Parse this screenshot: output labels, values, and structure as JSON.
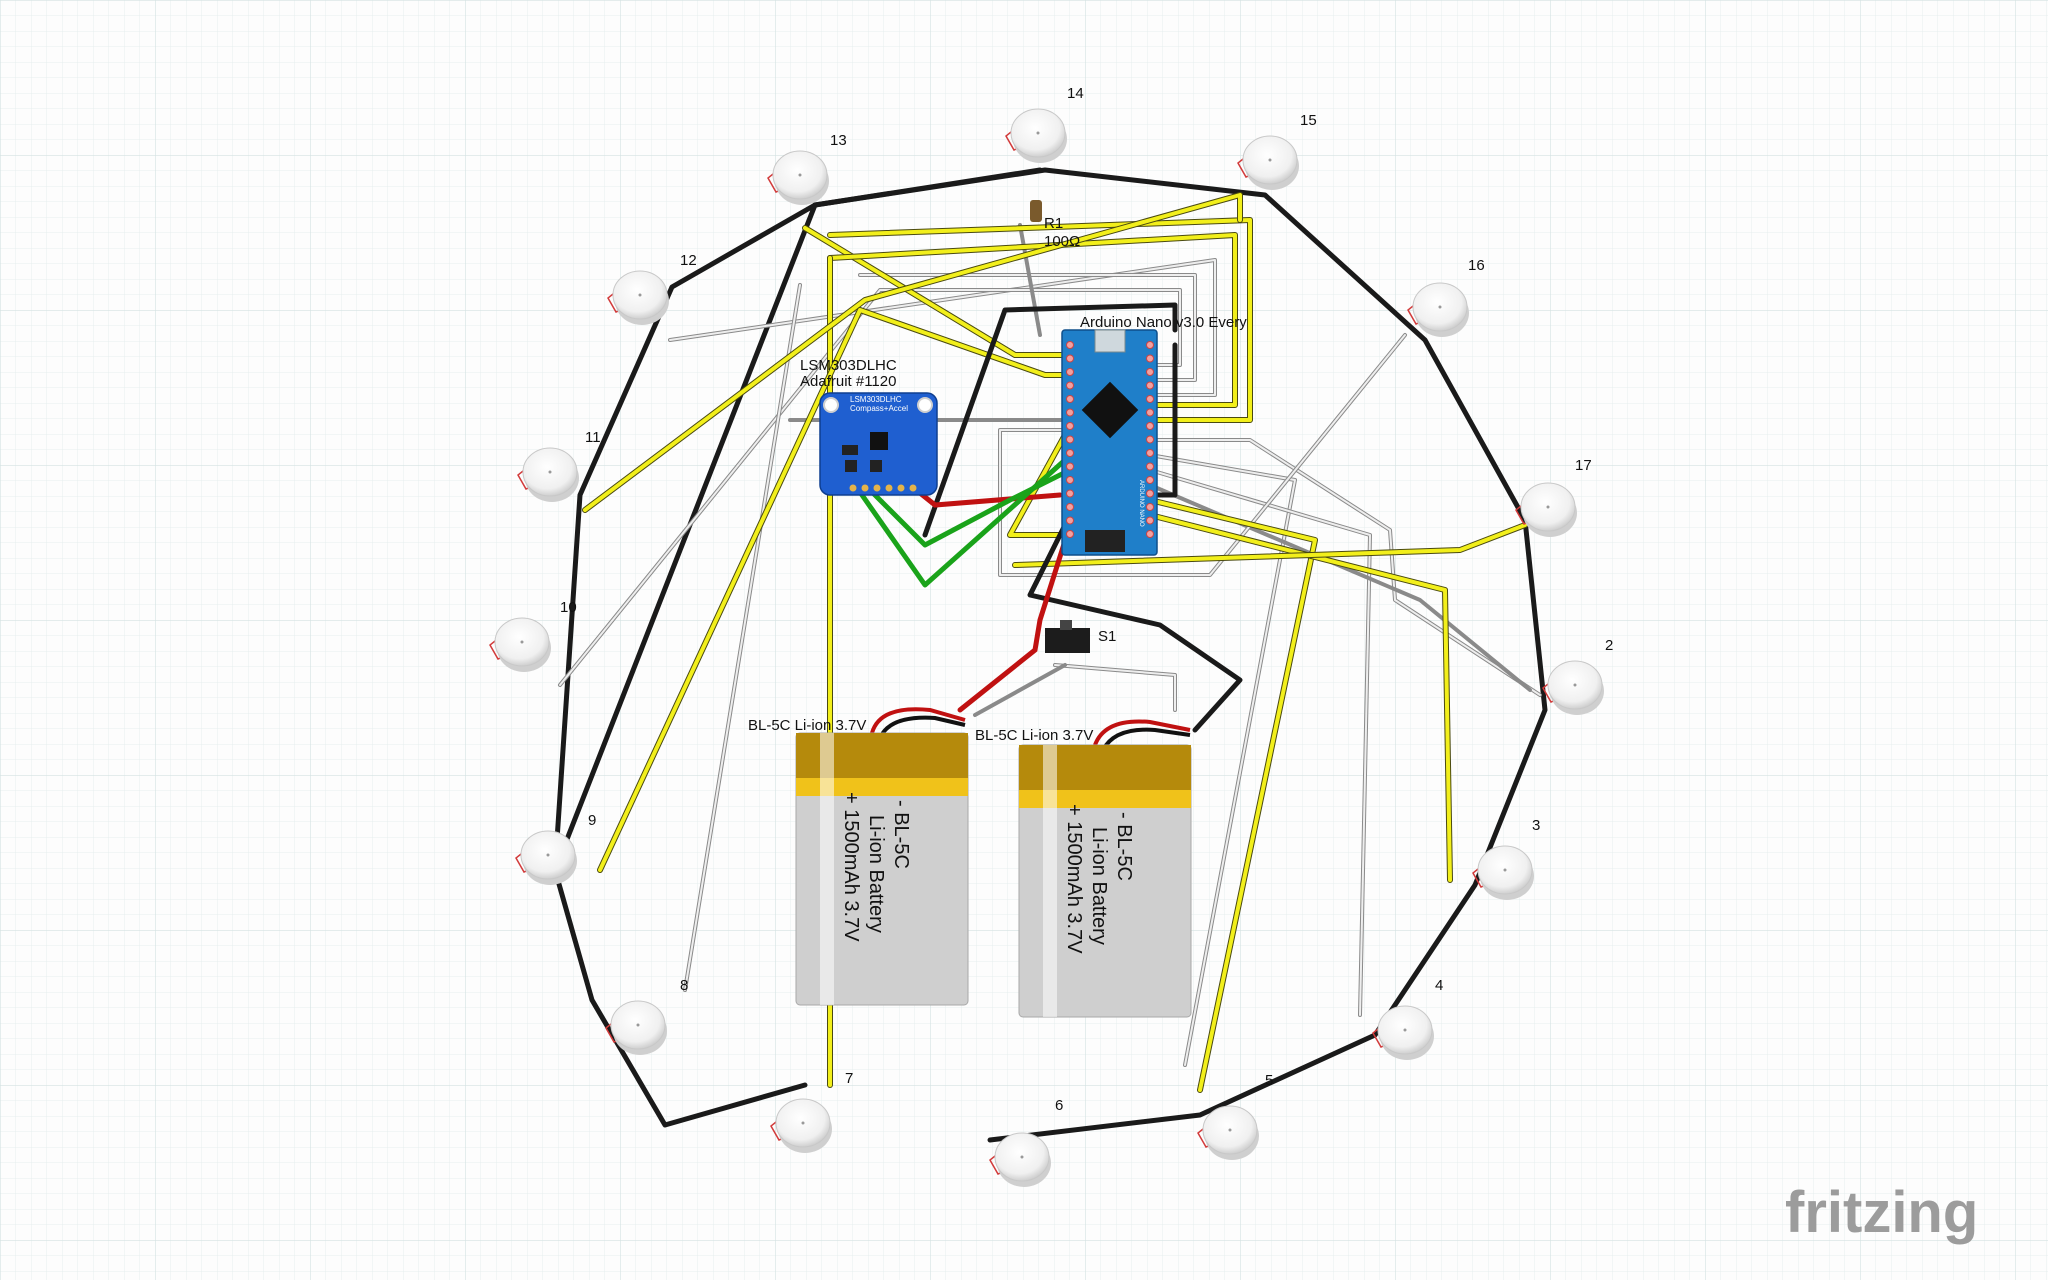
{
  "app": {
    "watermark": "fritzing"
  },
  "motors": [
    {
      "label": "2"
    },
    {
      "label": "3"
    },
    {
      "label": "4"
    },
    {
      "label": "5"
    },
    {
      "label": "6"
    },
    {
      "label": "7"
    },
    {
      "label": "8"
    },
    {
      "label": "9"
    },
    {
      "label": "10"
    },
    {
      "label": "11"
    },
    {
      "label": "12"
    },
    {
      "label": "13"
    },
    {
      "label": "14"
    },
    {
      "label": "15"
    },
    {
      "label": "16"
    },
    {
      "label": "17"
    }
  ],
  "resistor": {
    "name": "R1",
    "value": "100Ω"
  },
  "switch": {
    "name": "S1"
  },
  "arduino": {
    "title": "Arduino Nano v3.0 Every",
    "board_text": "ARDUINO NANO"
  },
  "sensor": {
    "title_line1": "LSM303DLHC",
    "title_line2": "Adafruit #1120",
    "board_line1": "LSM303DLHC",
    "board_line2": "Compass+Accel"
  },
  "batteries": [
    {
      "caption": "BL-5C Li-ion 3.7V",
      "line1": "-  BL-5C",
      "line2": "Li-ion Battery",
      "line3": "+ 1500mAh 3.7V"
    },
    {
      "caption": "BL-5C Li-ion 3.7V",
      "line1": "-  BL-5C",
      "line2": "Li-ion Battery",
      "line3": "+ 1500mAh 3.7V"
    }
  ],
  "colors": {
    "grid": "#dfeaea",
    "wire_black": "#1a1a1a",
    "wire_yellow": "#f2ef1b",
    "wire_gray": "#bdbdbd",
    "wire_red": "#c01111",
    "wire_green": "#1aa31a",
    "arduino_board": "#1f7fc9",
    "sensor_board": "#1f5fd0",
    "battery_body": "#cfcfcf",
    "battery_band": "#f0c21a"
  }
}
